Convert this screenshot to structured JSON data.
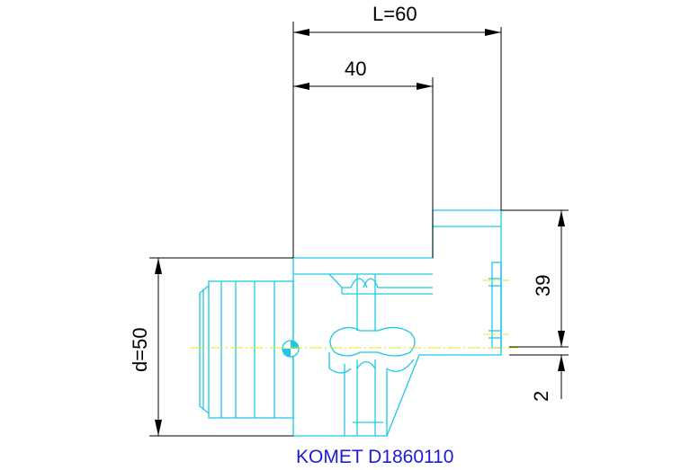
{
  "dimensions": {
    "length_label": "L=60",
    "inner_length_label": "40",
    "height_label": "39",
    "offset_label": "2",
    "diameter_label": "d=50"
  },
  "caption": "KOMET D1860110",
  "colors": {
    "part": "#1ec8e6",
    "centerline": "#e6e61e",
    "dimension": "#000000",
    "caption": "#1c1cd6"
  }
}
